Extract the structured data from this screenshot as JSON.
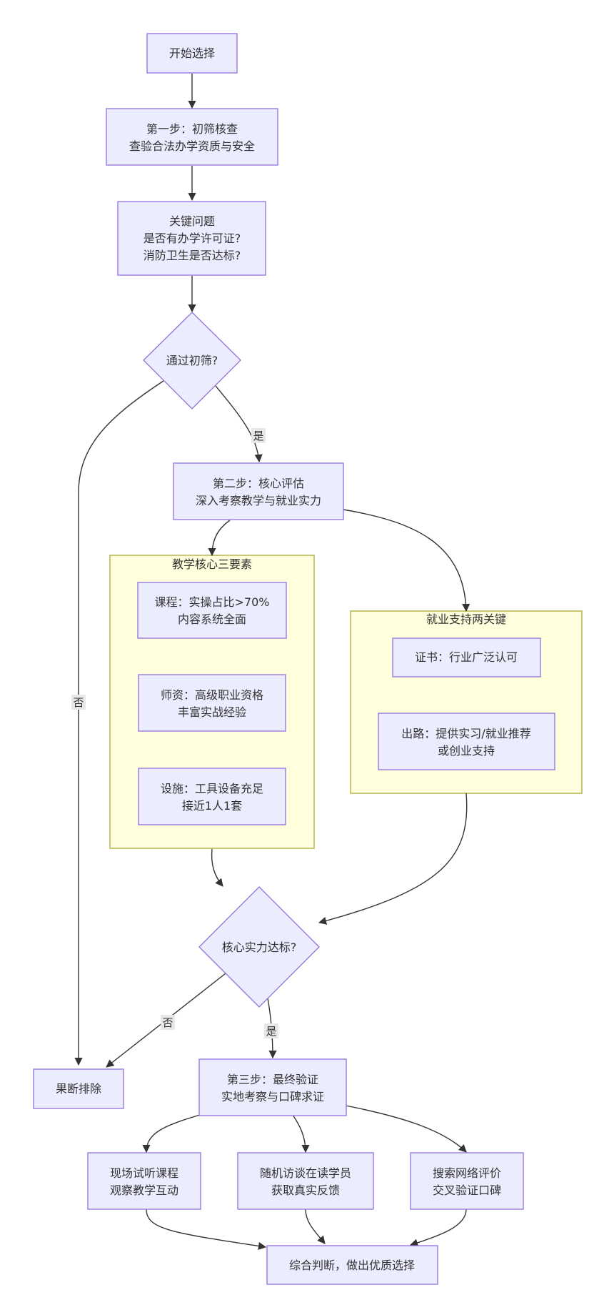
{
  "nodes": {
    "start": {
      "lines": [
        "开始选择"
      ]
    },
    "step1": {
      "lines": [
        "第一步：初筛核查",
        "查验合法办学资质与安全"
      ]
    },
    "key_questions": {
      "lines": [
        "关键问题",
        "是否有办学许可证?",
        "消防卫生是否达标?"
      ]
    },
    "pass_check": {
      "lines": [
        "通过初筛?"
      ]
    },
    "step2": {
      "lines": [
        "第二步：核心评估",
        "深入考察教学与就业实力"
      ]
    },
    "curriculum": {
      "lines": [
        "课程：实操占比>70%",
        "内容系统全面"
      ]
    },
    "teachers": {
      "lines": [
        "师资：高级职业资格",
        "丰富实战经验"
      ]
    },
    "facilities": {
      "lines": [
        "设施：工具设备充足",
        "接近1人1套"
      ]
    },
    "certificate": {
      "lines": [
        "证书：行业广泛认可"
      ]
    },
    "career": {
      "lines": [
        "出路：提供实习/就业推荐",
        "或创业支持"
      ]
    },
    "core_check": {
      "lines": [
        "核心实力达标?"
      ]
    },
    "eliminate": {
      "lines": [
        "果断排除"
      ]
    },
    "step3": {
      "lines": [
        "第三步：最终验证",
        "实地考察与口碑求证"
      ]
    },
    "trial": {
      "lines": [
        "现场试听课程",
        "观察教学互动"
      ]
    },
    "interview": {
      "lines": [
        "随机访谈在读学员",
        "获取真实反馈"
      ]
    },
    "search": {
      "lines": [
        "搜索网络评价",
        "交叉验证口碑"
      ]
    },
    "final": {
      "lines": [
        "综合判断，做出优质选择"
      ]
    }
  },
  "clusters": {
    "teaching": {
      "title": "教学核心三要素"
    },
    "employment": {
      "title": "就业支持两关键"
    }
  },
  "edge_labels": {
    "pass_yes": "是",
    "pass_no": "否",
    "core_yes": "是",
    "core_no": "否"
  },
  "colors": {
    "node_fill": "#ECECFF",
    "node_stroke": "#9370DB",
    "cluster_fill": "#FFFFDE",
    "cluster_stroke": "#AAAA33",
    "edge": "#333333",
    "text": "#333333"
  }
}
